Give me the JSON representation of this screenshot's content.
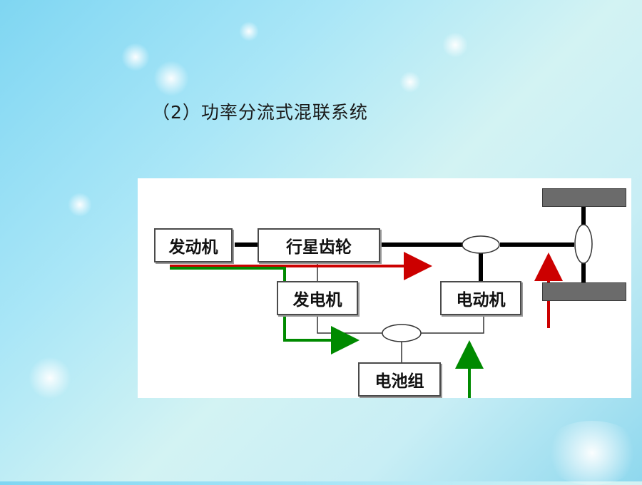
{
  "slide": {
    "title": "（2）功率分流式混联系统"
  },
  "diagram": {
    "nodes": {
      "engine": "发动机",
      "planetary_gear": "行星齿轮",
      "generator": "发电机",
      "motor": "电动机",
      "battery": "电池组"
    },
    "colors": {
      "background": "#ffffff",
      "shaft": "#000000",
      "wire": "#333333",
      "wheel": "#6b6b6b",
      "green_flow": "#008a00",
      "red_flow": "#cc0000"
    }
  }
}
